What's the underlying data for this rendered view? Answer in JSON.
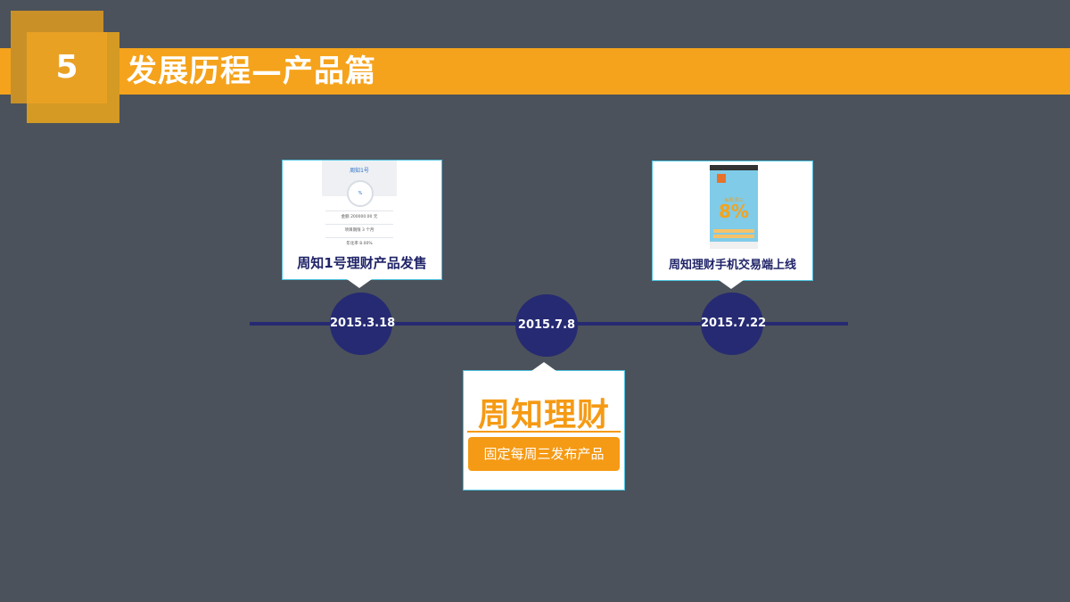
{
  "slide": {
    "number": "5",
    "title": "发展历程—产品篇"
  },
  "timeline": {
    "nodes": [
      {
        "date": "2015.3.18"
      },
      {
        "date": "2015.7.8"
      },
      {
        "date": "2015.7.22"
      }
    ]
  },
  "cards": {
    "launch": {
      "caption": "周知1号理财产品发售",
      "screenshot": {
        "title": "周知1号",
        "circle": "%",
        "rows": [
          "金额 200000.00 元",
          "项目期限 3 个月",
          "年化率 8.00%"
        ]
      }
    },
    "brand": {
      "name": "周知理财",
      "tagline": "固定每周三发布产品"
    },
    "mobile": {
      "caption": "周知理财手机交易端上线",
      "screenshot": {
        "headline": "每周·周三",
        "rate": "8%"
      }
    }
  },
  "colors": {
    "background": "#4b525b",
    "accent": "#f5a31c",
    "node": "#262a72",
    "card_border": "#4fc3e0"
  }
}
